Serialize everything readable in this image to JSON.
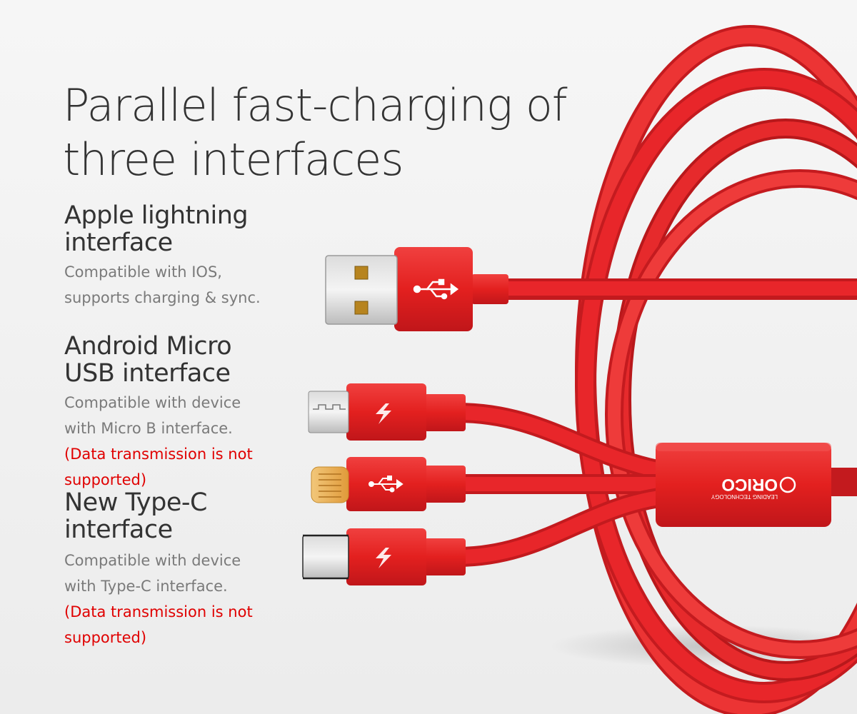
{
  "headline": {
    "line1": "Parallel fast-charging of",
    "line2": "three interfaces"
  },
  "interfaces": [
    {
      "title_line1": "Apple lightning",
      "title_line2": "interface",
      "desc_line1": "Compatible with IOS,",
      "desc_line2": "supports charging & sync."
    },
    {
      "title_line1": "Android Micro",
      "title_line2": "USB interface",
      "desc_line1": "Compatible with device",
      "desc_line2": "with Micro B interface.",
      "note_line1": "(Data transmission is not",
      "note_line2": "supported)"
    },
    {
      "title_line1": "New Type-C",
      "title_line2": "interface",
      "desc_line1": "Compatible with device",
      "desc_line2": "with Type-C interface.",
      "note_line1": "(Data transmission is not",
      "note_line2": "supported)"
    }
  ],
  "brand": {
    "logo": "ORICO",
    "tagline": "LEADING TECHNOLOGY"
  },
  "icons": {
    "usb_plug": "usb-symbol-icon",
    "lightning_bolt": "lightning-bolt-icon"
  },
  "colors": {
    "cable_red": "#e8262a",
    "note_red": "#e00000",
    "background": "#f4f4f4",
    "text_dark": "#333333",
    "text_grey": "#7a7a7a"
  }
}
